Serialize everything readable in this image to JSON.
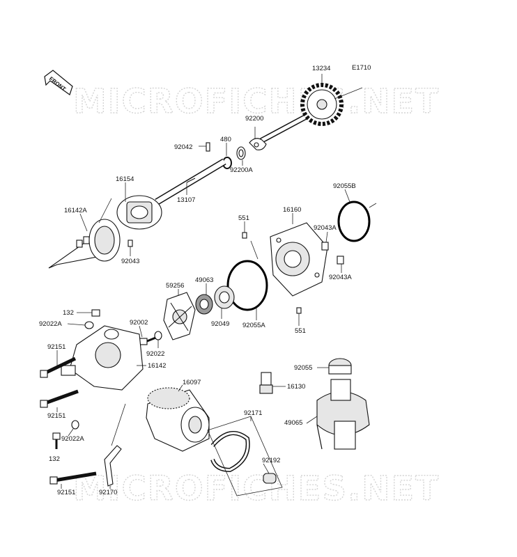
{
  "diagram": {
    "code": "E1710",
    "front_label": "FRONT",
    "watermark": "MICROFICHES.NET",
    "parts": [
      "13234",
      "92200",
      "92042",
      "480",
      "92200A",
      "13107",
      "16154",
      "16142A",
      "92043",
      "551",
      "16160",
      "92043A",
      "92055B",
      "92043A",
      "49063",
      "59256",
      "92049",
      "92055A",
      "551",
      "132",
      "92022A",
      "92002",
      "92022",
      "92151",
      "16142",
      "92151",
      "92022A",
      "132",
      "16097",
      "92055",
      "16130",
      "49065",
      "92171",
      "92192",
      "92151",
      "92170"
    ]
  }
}
